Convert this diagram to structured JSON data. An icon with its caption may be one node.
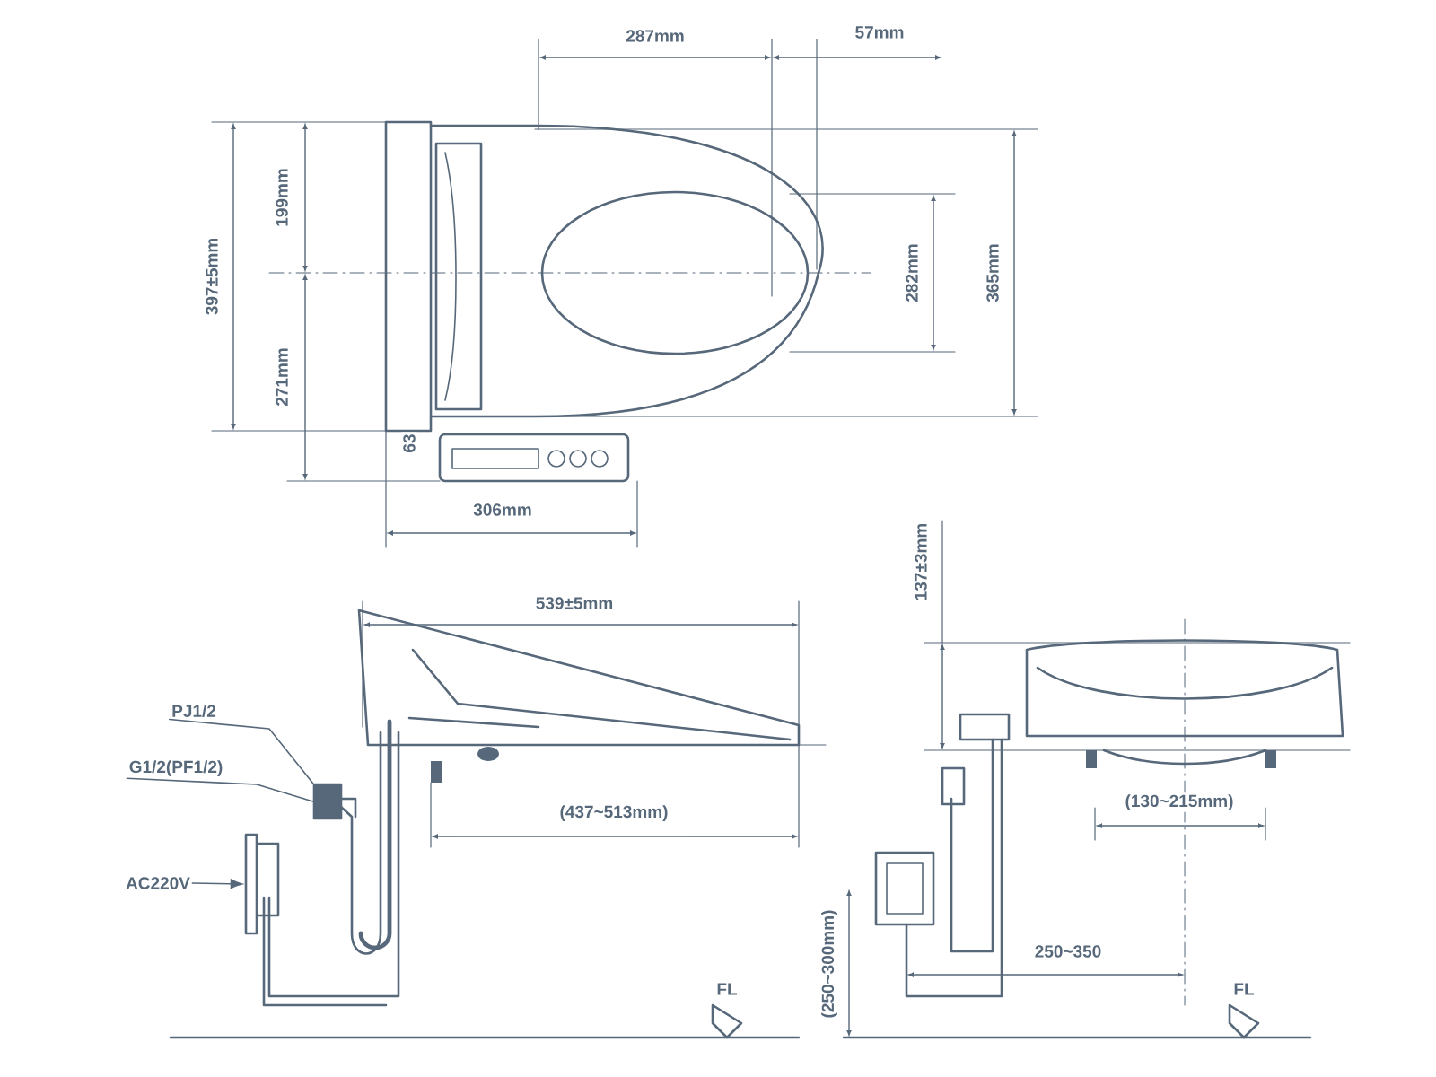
{
  "diagram": {
    "nodes": [
      {
        "text": [
          "PJ1/2"
        ]
      },
      {
        "text": [
          "G1/2(PF1/2)"
        ]
      },
      {
        "text": [
          "AC220V"
        ]
      },
      {
        "text": [],
        "shape": "box"
      },
      {
        "text": [],
        "shape": "box"
      }
    ],
    "edges": [
      {
        "from": 0,
        "to": 3,
        "arrow": "none"
      },
      {
        "from": 1,
        "to": 3,
        "arrow": "none"
      },
      {
        "from": 2,
        "to": 4,
        "arrow": "to"
      }
    ],
    "labels": [
      "287mm",
      "57mm",
      "397±5mm",
      "199mm",
      "271mm",
      "282mm",
      "365mm",
      "63",
      "306mm",
      "539±5mm",
      "137±3mm",
      "(437~513mm)",
      "(130~215mm)",
      "250~350",
      "(250~300mm)",
      "FL",
      "FL"
    ]
  }
}
